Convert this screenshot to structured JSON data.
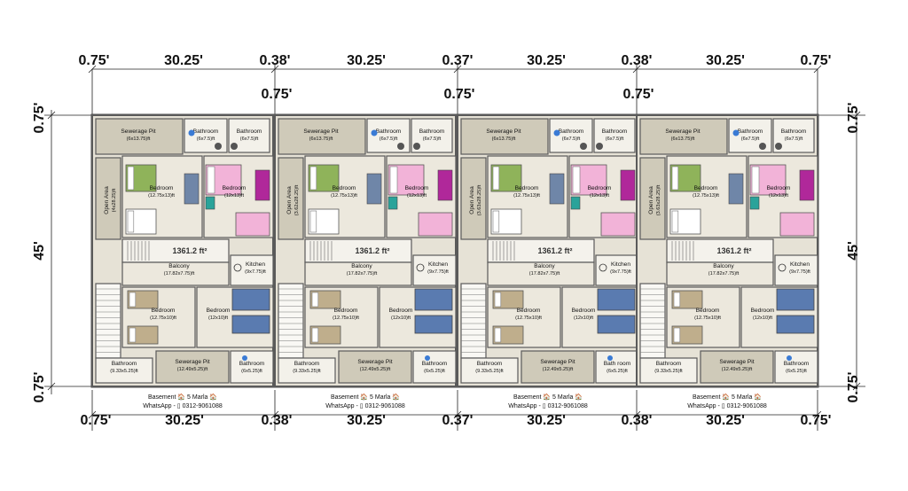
{
  "dims": {
    "top": [
      "0.75'",
      "30.25'",
      "0.38'",
      "30.25'",
      "0.37'",
      "30.25'",
      "0.38'",
      "30.25'",
      "0.75'"
    ],
    "inner": [
      "0.75'",
      "0.75'",
      "0.75'"
    ],
    "bottom": [
      "0.75'",
      "30.25'",
      "0.38'",
      "30.25'",
      "0.37'",
      "30.25'",
      "0.38'",
      "30.25'",
      "0.75'"
    ],
    "left": [
      "0.75'",
      "45'",
      "0.75'"
    ],
    "right": [
      "0.75'",
      "45'",
      "0.75'"
    ]
  },
  "units": [
    {
      "sewerage_top": [
        "Sewerage Pit",
        "(6x13.75)ft"
      ],
      "bath_top1": [
        "Bathroom",
        "(6x7.5)ft"
      ],
      "bath_top2": [
        "Bathroom",
        "(6x7.5)ft"
      ],
      "open_area": [
        "Open Area",
        "(4x28.25)ft"
      ],
      "bedroom1": [
        "Bedroom",
        "(12.75x13)ft"
      ],
      "bedroom2": [
        "Bedroom",
        "(12x13)ft"
      ],
      "area_tag": "1361.2 ft²",
      "balcony": [
        "Balcony",
        "(17.82x7.75)ft"
      ],
      "kitchen": [
        "Kitchen",
        "(9x7.75)ft"
      ],
      "bedroom3": [
        "Bedroom",
        "(12.75x10)ft"
      ],
      "bedroom4": [
        "Bedroom",
        "(12x10)ft"
      ],
      "bath_bottom": [
        "Bathroom",
        "(9.33x5.25)ft"
      ],
      "sewerage_bottom": [
        "Sewerage Pit",
        "(12.49x5.25)ft"
      ],
      "bath_bottom2": [
        "Bathroom",
        "(6x5.25)ft"
      ],
      "caption1": "Basement 🏠 5 Marla 🏠",
      "caption2": "WhatsApp - ▯ 0312-9061088"
    },
    {
      "sewerage_top": [
        "Sewerage Pit",
        "(6x13.75)ft"
      ],
      "bath_top1": [
        "Bathroom",
        "(6x7.5)ft"
      ],
      "bath_top2": [
        "Bathroom",
        "(6x7.5)ft"
      ],
      "open_area": [
        "Open Area",
        "(3.62x28.25)ft"
      ],
      "bedroom1": [
        "Bedroom",
        "(12.75x13)ft"
      ],
      "bedroom2": [
        "Bedroom",
        "(12x13)ft"
      ],
      "area_tag": "1361.2 ft²",
      "balcony": [
        "Balcony",
        "(17.82x7.75)ft"
      ],
      "kitchen": [
        "Kitchen",
        "(9x7.75)ft"
      ],
      "bedroom3": [
        "Bedroom",
        "(12.75x10)ft"
      ],
      "bedroom4": [
        "Bedroom",
        "(12x10)ft"
      ],
      "bath_bottom": [
        "Bathroom",
        "(9.33x5.25)ft"
      ],
      "sewerage_bottom": [
        "Sewerage Pit",
        "(12.49x5.25)ft"
      ],
      "bath_bottom2": [
        "Bathroom",
        "(6x5.25)ft"
      ],
      "caption1": "Basement 🏠 5 Marla 🏠",
      "caption2": "WhatsApp - ▯ 0312-9061088"
    },
    {
      "sewerage_top": [
        "Sewerage Pit",
        "(6x13.75)ft"
      ],
      "bath_top1": [
        "Bathroom",
        "(6x7.5)ft"
      ],
      "bath_top2": [
        "Bathroom",
        "(6x7.5)ft"
      ],
      "open_area": [
        "Open Area",
        "(3.63x28.25)ft"
      ],
      "bedroom1": [
        "Bedroom",
        "(12.75x13)ft"
      ],
      "bedroom2": [
        "Bedroom",
        "(12x13)ft"
      ],
      "area_tag": "1361.2 ft²",
      "balcony": [
        "Balcony",
        "(17.82x7.75)ft"
      ],
      "kitchen": [
        "Kitchen",
        "(9x7.75)ft"
      ],
      "bedroom3": [
        "Bedroom",
        "(12.75x10)ft"
      ],
      "bedroom4": [
        "Bedroom",
        "(12x10)ft"
      ],
      "bath_bottom": [
        "Bathroom",
        "(9.33x5.25)ft"
      ],
      "sewerage_bottom": [
        "Sewerage Pit",
        "(12.49x5.25)ft"
      ],
      "bath_bottom2": [
        "Bath room",
        "(6x5.25)ft"
      ],
      "caption1": "Basement 🏠 5 Marla 🏠",
      "caption2": "WhatsApp - ▯ 0312-9061088"
    },
    {
      "sewerage_top": [
        "Sewerage Pit",
        "(6x13.75)ft"
      ],
      "bath_top1": [
        "Bathroom",
        "(6x7.5)ft"
      ],
      "bath_top2": [
        "Bathroom",
        "(6x7.5)ft"
      ],
      "open_area": [
        "Open Area",
        "(3.63x28.25)ft"
      ],
      "bedroom1": [
        "Bedroom",
        "(12.75x13)ft"
      ],
      "bedroom2": [
        "Bedroom",
        "(12x13)ft"
      ],
      "area_tag": "1361.2 ft²",
      "balcony": [
        "Balcony",
        "(17.82x7.75)ft"
      ],
      "kitchen": [
        "Kitchen",
        "(9x7.75)ft"
      ],
      "bedroom3": [
        "Bedroom",
        "(12.75x10)ft"
      ],
      "bedroom4": [
        "Bedroom",
        "(12x10)ft"
      ],
      "bath_bottom": [
        "Bathroom",
        "(9.33x5.25)ft"
      ],
      "sewerage_bottom": [
        "Sewerage Pit",
        "(12.49x5.25)ft"
      ],
      "bath_bottom2": [
        "Bathroom",
        "(6x5.25)ft"
      ],
      "caption1": "Basement 🏠 5 Marla 🏠",
      "caption2": "WhatsApp - ▯ 0312-9061088"
    }
  ],
  "colors": {
    "wall": "#5a5a5a",
    "floor": "#e6e2d6",
    "paving": "#cfcab9",
    "bedding_green": "#8fb35a",
    "bedding_pink": "#f2b3d8",
    "sofa_blue": "#6f86a8",
    "sofa_purple": "#b0289a",
    "teal": "#2aa39a",
    "bed_navy": "#5a7bb0",
    "wood": "#b9956a"
  }
}
